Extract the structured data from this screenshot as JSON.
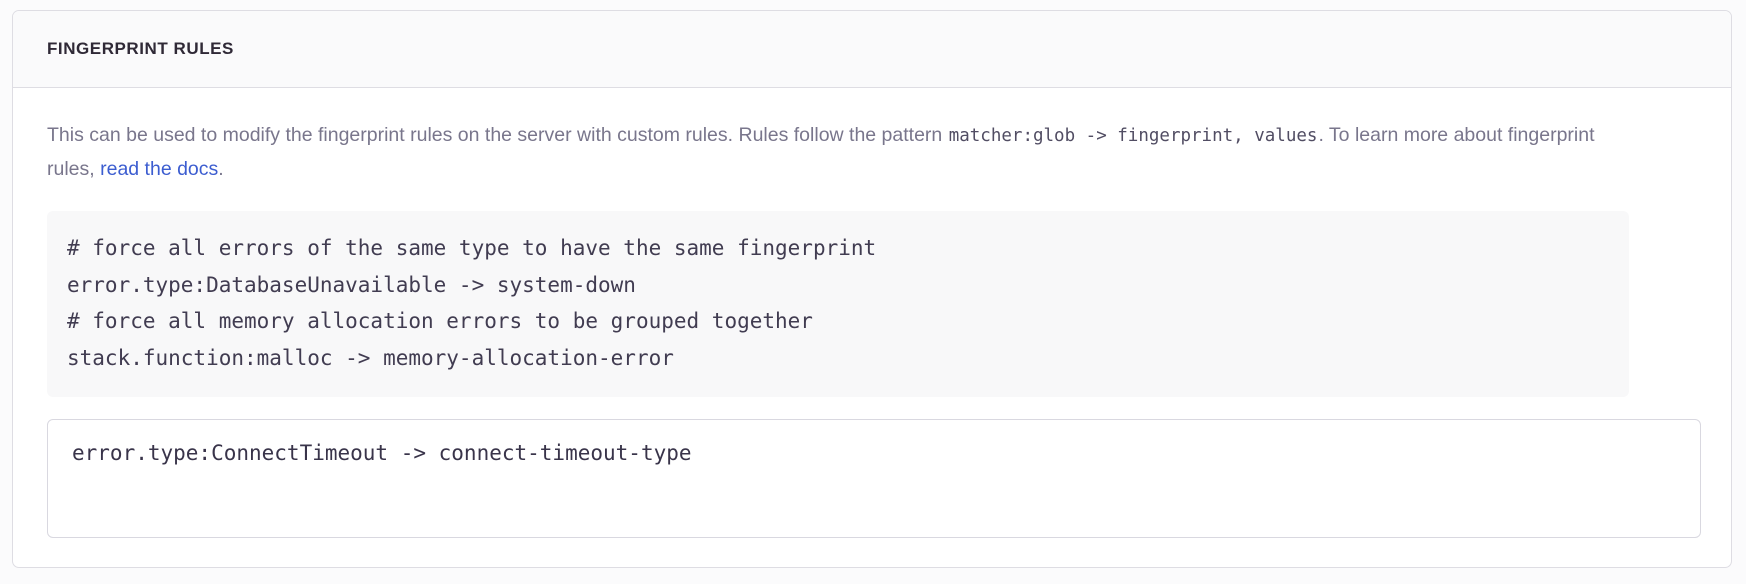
{
  "panel": {
    "title": "FINGERPRINT RULES",
    "accent_color": "#3c5dd0",
    "border_color": "#dedde3",
    "header_bg": "#fafafb"
  },
  "description": {
    "part1": "This can be used to modify the fingerprint rules on the server with custom rules. Rules follow the pattern ",
    "code1": "matcher:glob -> fingerprint, values",
    "part2": ". To learn more about fingerprint rules, ",
    "link_text": "read the docs",
    "part3": "."
  },
  "example_code": {
    "lines": [
      "# force all errors of the same type to have the same fingerprint",
      "error.type:DatabaseUnavailable -> system-down",
      "# force all memory allocation errors to be grouped together",
      "stack.function:malloc -> memory-allocation-error"
    ],
    "text": "# force all errors of the same type to have the same fingerprint\nerror.type:DatabaseUnavailable -> system-down\n# force all memory allocation errors to be grouped together\nstack.function:malloc -> memory-allocation-error"
  },
  "rules_input": {
    "value": "error.type:ConnectTimeout -> connect-timeout-type",
    "placeholder": ""
  }
}
